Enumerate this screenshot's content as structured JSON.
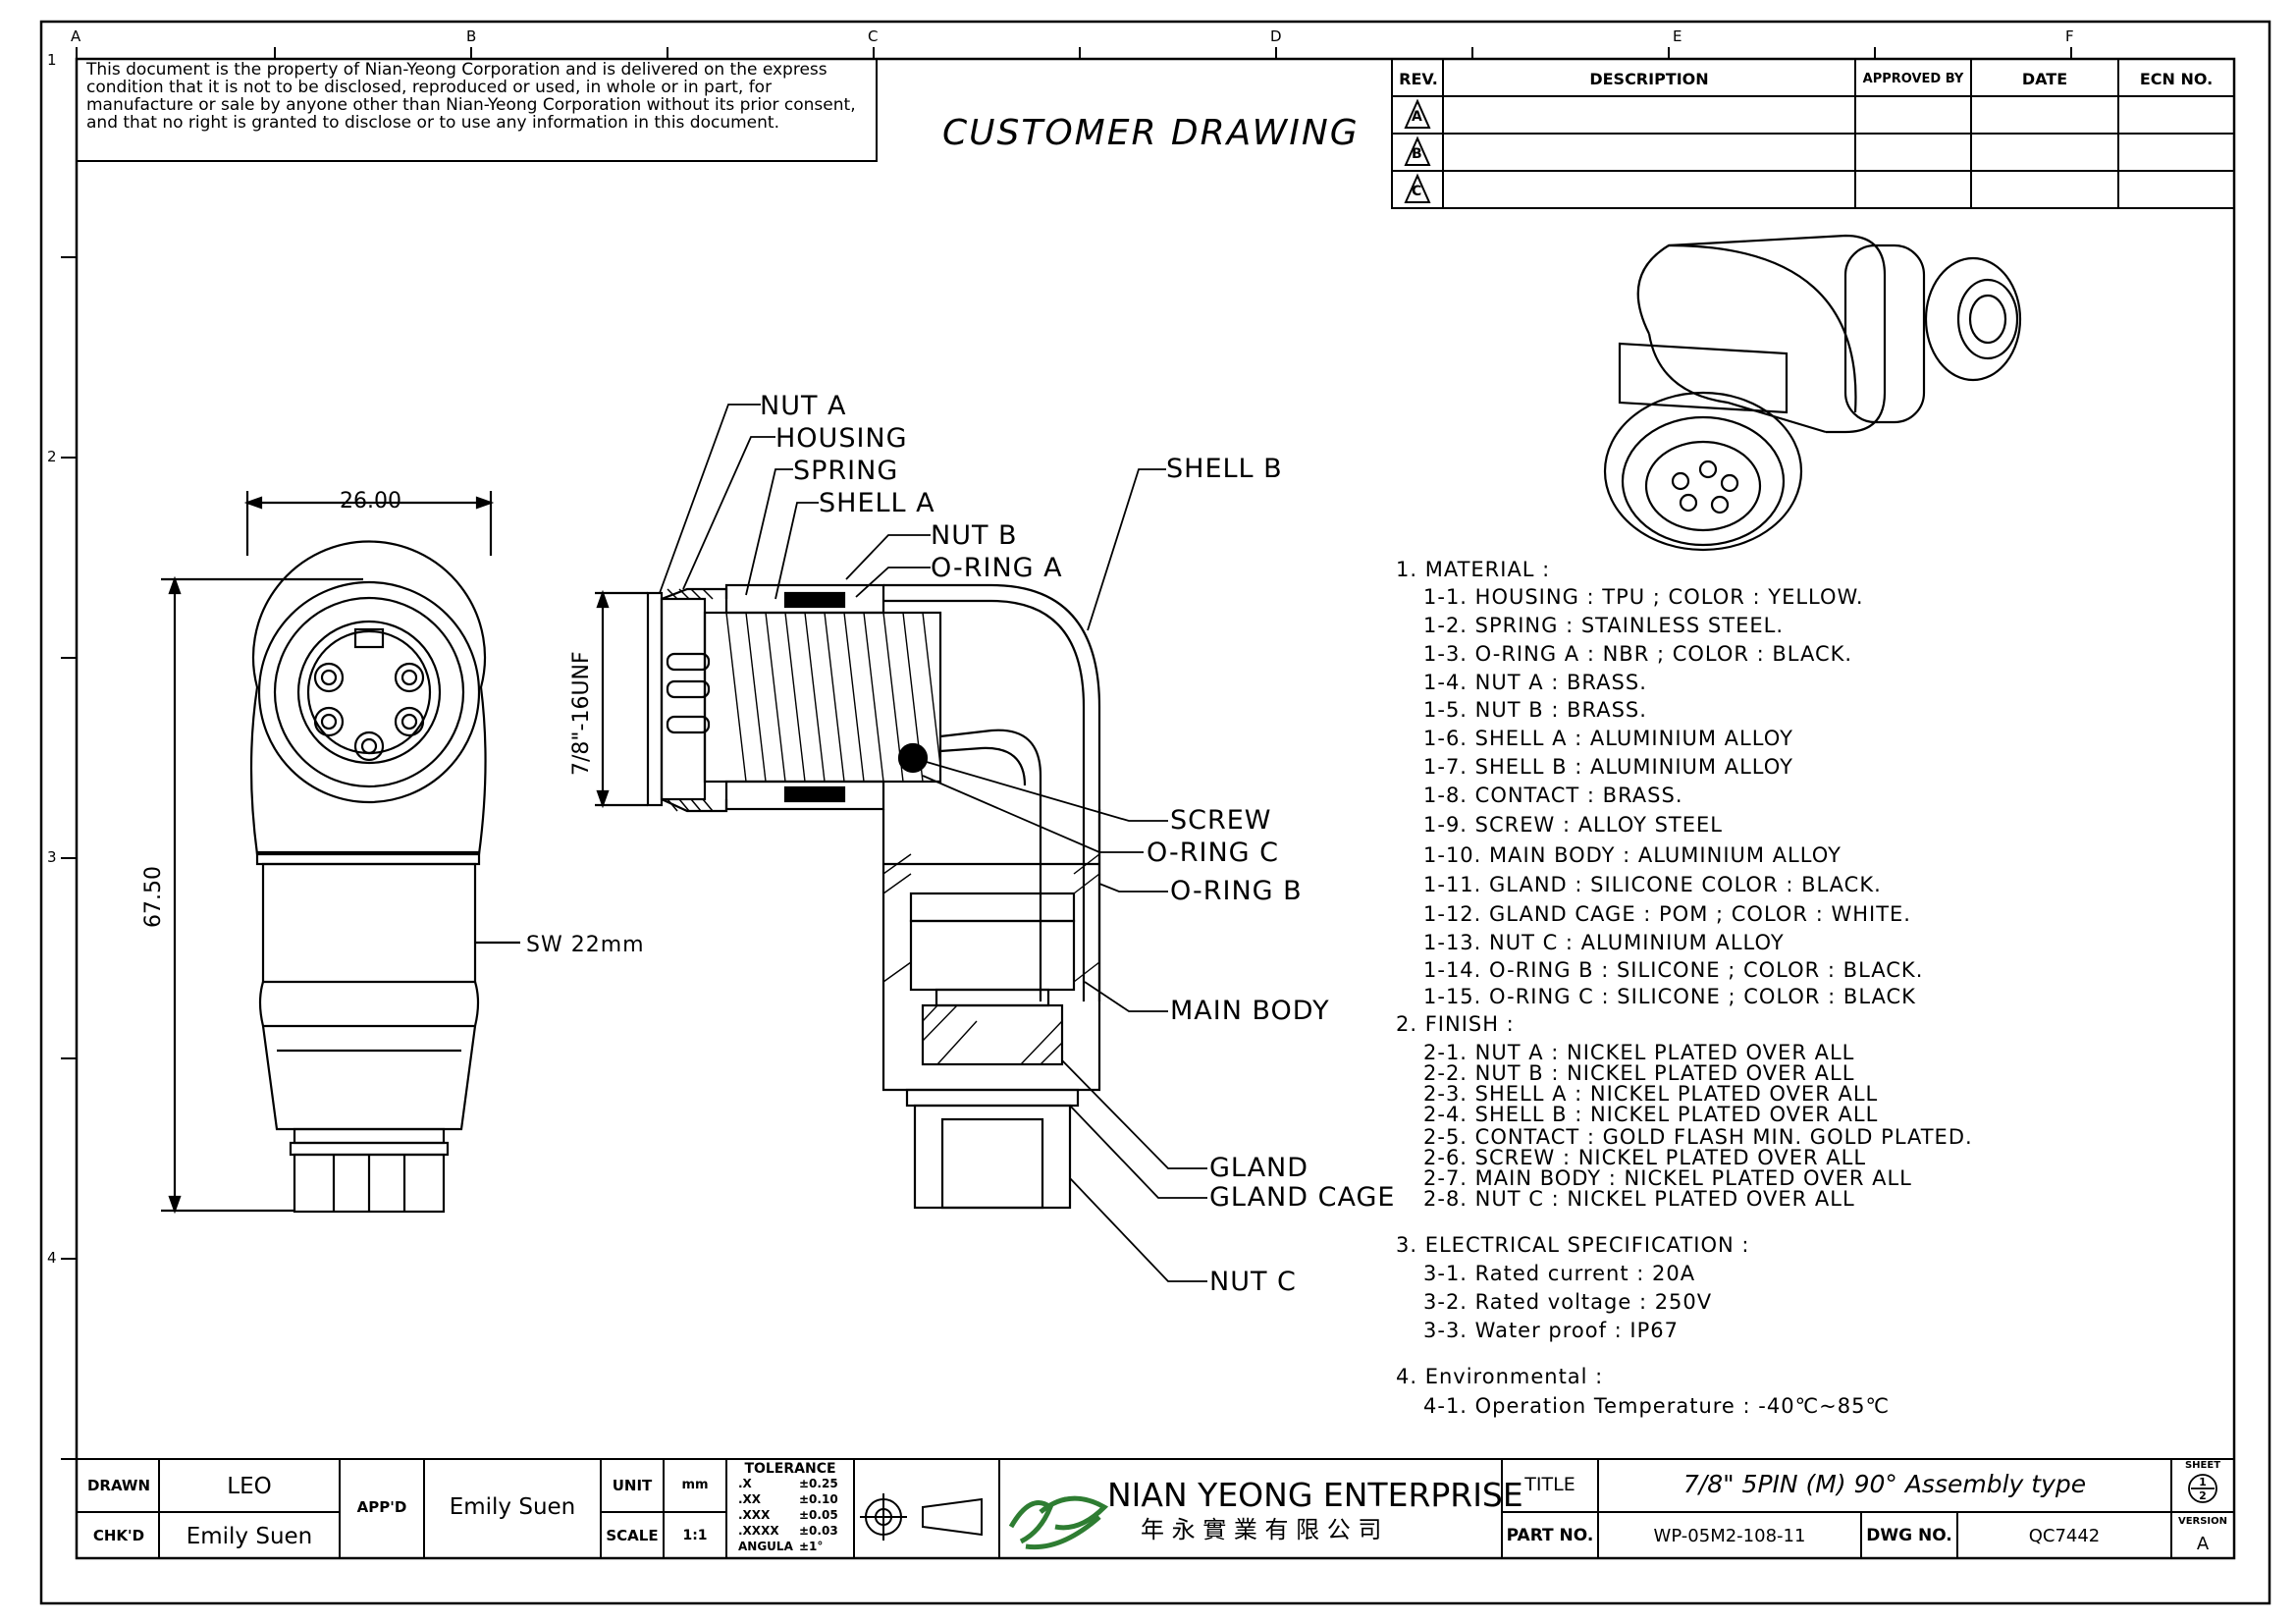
{
  "drawing_title": "CUSTOMER DRAWING",
  "disclaimer": "This document is the property of Nian-Yeong Corporation and is delivered on the express condition that it is not to be disclosed, reproduced or used, in whole or in part, for manufacture or sale by anyone other than Nian-Yeong Corporation without its prior consent, and that no right is granted to disclose or to use any information in this document.",
  "grid": {
    "columns": [
      "A",
      "B",
      "C",
      "D",
      "E",
      "F"
    ],
    "rows": [
      "1",
      "2",
      "3",
      "4"
    ]
  },
  "revision_table": {
    "headers": [
      "REV.",
      "DESCRIPTION",
      "APPROVED BY",
      "DATE",
      "ECN NO."
    ],
    "revs": [
      "A",
      "B",
      "C"
    ]
  },
  "dimensions": {
    "width": "26.00",
    "height": "67.50",
    "wrench": "SW 22mm",
    "thread": "7/8\"-16UNF"
  },
  "callouts": {
    "nut_a": "NUT A",
    "housing": "HOUSING",
    "spring": "SPRING",
    "shell_a": "SHELL A",
    "nut_b": "NUT B",
    "oring_a": "O-RING A",
    "shell_b": "SHELL B",
    "screw": "SCREW",
    "oring_c": "O-RING C",
    "oring_b": "O-RING B",
    "main_body": "MAIN BODY",
    "gland": "GLAND",
    "gland_cage": "GLAND CAGE",
    "nut_c": "NUT C"
  },
  "specs": [
    {
      "text": "1. MATERIAL :",
      "indent": 0
    },
    {
      "text": "1-1. HOUSING : TPU ; COLOR : YELLOW.",
      "indent": 1
    },
    {
      "text": "1-2. SPRING : STAINLESS STEEL.",
      "indent": 1
    },
    {
      "text": "1-3. O-RING A : NBR ; COLOR : BLACK.",
      "indent": 1
    },
    {
      "text": "1-4. NUT A : BRASS.",
      "indent": 1
    },
    {
      "text": "1-5. NUT B : BRASS.",
      "indent": 1
    },
    {
      "text": "1-6. SHELL A : ALUMINIUM ALLOY",
      "indent": 1
    },
    {
      "text": "1-7. SHELL B : ALUMINIUM ALLOY",
      "indent": 1
    },
    {
      "text": "1-8. CONTACT : BRASS.",
      "indent": 1
    },
    {
      "text": "1-9. SCREW : ALLOY STEEL",
      "indent": 1
    },
    {
      "text": "1-10. MAIN BODY : ALUMINIUM ALLOY",
      "indent": 1
    },
    {
      "text": "1-11. GLAND : SILICONE COLOR : BLACK.",
      "indent": 1
    },
    {
      "text": "1-12. GLAND CAGE : POM ; COLOR : WHITE.",
      "indent": 1
    },
    {
      "text": "1-13. NUT C : ALUMINIUM ALLOY",
      "indent": 1
    },
    {
      "text": "1-14. O-RING B : SILICONE ; COLOR : BLACK.",
      "indent": 1
    },
    {
      "text": "1-15. O-RING C : SILICONE ; COLOR : BLACK",
      "indent": 1
    },
    {
      "text": "2. FINISH :",
      "indent": 0
    },
    {
      "text": "2-1. NUT A : NICKEL PLATED OVER ALL",
      "indent": 1
    },
    {
      "text": "2-2. NUT B : NICKEL PLATED OVER ALL",
      "indent": 1
    },
    {
      "text": "2-3. SHELL A : NICKEL PLATED OVER ALL",
      "indent": 1
    },
    {
      "text": "2-4. SHELL B : NICKEL PLATED OVER ALL",
      "indent": 1
    },
    {
      "text": "2-5. CONTACT : GOLD FLASH MIN. GOLD PLATED.",
      "indent": 1
    },
    {
      "text": "2-6. SCREW : NICKEL PLATED OVER ALL",
      "indent": 1
    },
    {
      "text": "2-7. MAIN BODY : NICKEL PLATED OVER ALL",
      "indent": 1
    },
    {
      "text": "2-8. NUT C : NICKEL PLATED OVER ALL",
      "indent": 1
    },
    {
      "text": "3. ELECTRICAL SPECIFICATION :",
      "indent": 0
    },
    {
      "text": "3-1. Rated current : 20A",
      "indent": 1
    },
    {
      "text": "3-2. Rated voltage : 250V",
      "indent": 1
    },
    {
      "text": "3-3. Water proof : IP67",
      "indent": 1
    },
    {
      "text": "4. Environmental :",
      "indent": 0
    },
    {
      "text": "4-1. Operation Temperature : -40℃~85℃",
      "indent": 1
    }
  ],
  "title_block": {
    "drawn_label": "DRAWN",
    "drawn_value": "LEO",
    "chkd_label": "CHK'D",
    "chkd_value": "Emily Suen",
    "appd_label": "APP'D",
    "appd_value": "Emily Suen",
    "unit_label": "UNIT",
    "unit_value": "mm",
    "scale_label": "SCALE",
    "scale_value": "1:1",
    "tolerance_label": "TOLERANCE",
    "tolerances": [
      {
        "k": ".X",
        "v": "±0.25"
      },
      {
        "k": ".XX",
        "v": "±0.10"
      },
      {
        "k": ".XXX",
        "v": "±0.05"
      },
      {
        "k": ".XXXX",
        "v": "±0.03"
      },
      {
        "k": "ANGULA",
        "v": "±1°"
      }
    ],
    "company_en": "NIAN YEONG ENTERPRISE",
    "company_zh": "年 永 實 業 有 限 公 司",
    "title_label": "TITLE",
    "title_value": "7/8\" 5PIN (M) 90° Assembly type",
    "partno_label": "PART NO.",
    "partno_value": "WP-05M2-108-11",
    "dwgno_label": "DWG NO.",
    "dwgno_value": "QC7442",
    "sheet_label": "SHEET",
    "sheet_top": "1",
    "sheet_bottom": "2",
    "version_label": "VERSION",
    "version_value": "A"
  }
}
